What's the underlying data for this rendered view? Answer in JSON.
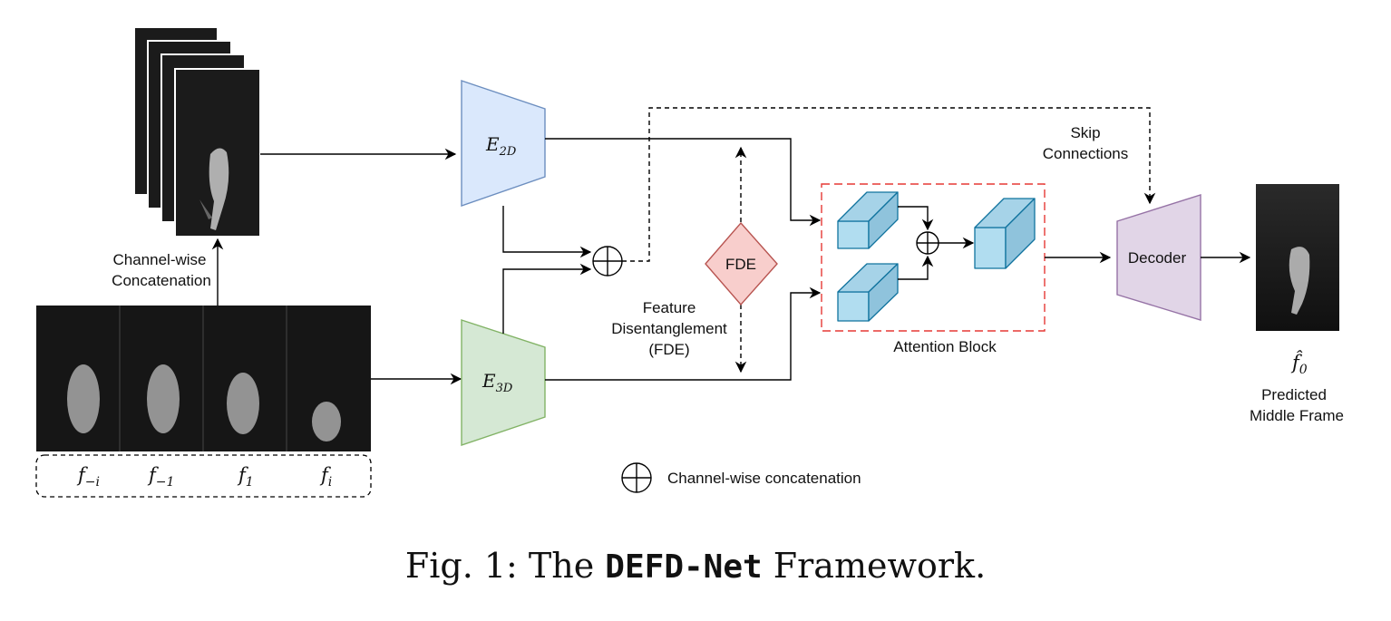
{
  "labels": {
    "channel_wise_concat_1": "Channel-wise",
    "channel_wise_concat_2": "Concatenation",
    "e2d_base": "E",
    "e2d_sub": "2D",
    "e3d_base": "E",
    "e3d_sub": "3D",
    "fde": "FDE",
    "feature_1": "Feature",
    "feature_2": "Disentanglement",
    "feature_3": "(FDE)",
    "skip_1": "Skip",
    "skip_2": "Connections",
    "attention_block": "Attention Block",
    "decoder": "Decoder",
    "output_symbol": "f̂",
    "output_sub": "0",
    "predicted_1": "Predicted",
    "predicted_2": "Middle Frame",
    "legend_text": "Channel-wise concatenation"
  },
  "frames": [
    {
      "base": "f",
      "sub": "−i"
    },
    {
      "base": "f",
      "sub": "−1"
    },
    {
      "base": "f",
      "sub": "1"
    },
    {
      "base": "f",
      "sub": "i"
    }
  ],
  "caption": {
    "prefix": "Fig. 1: The ",
    "name": "DEFD-Net",
    "suffix": " Framework."
  },
  "colors": {
    "e2d_fill": "#dae8fc",
    "e2d_stroke": "#6c8ebf",
    "e3d_fill": "#d5e8d4",
    "e3d_stroke": "#82b366",
    "fde_fill": "#f8cecc",
    "fde_stroke": "#b85450",
    "decoder_fill": "#e1d5e7",
    "decoder_stroke": "#9673a6",
    "cube_fill": "#b1ddf0",
    "cube_stroke": "#10739e",
    "attention_border": "#e53935"
  }
}
